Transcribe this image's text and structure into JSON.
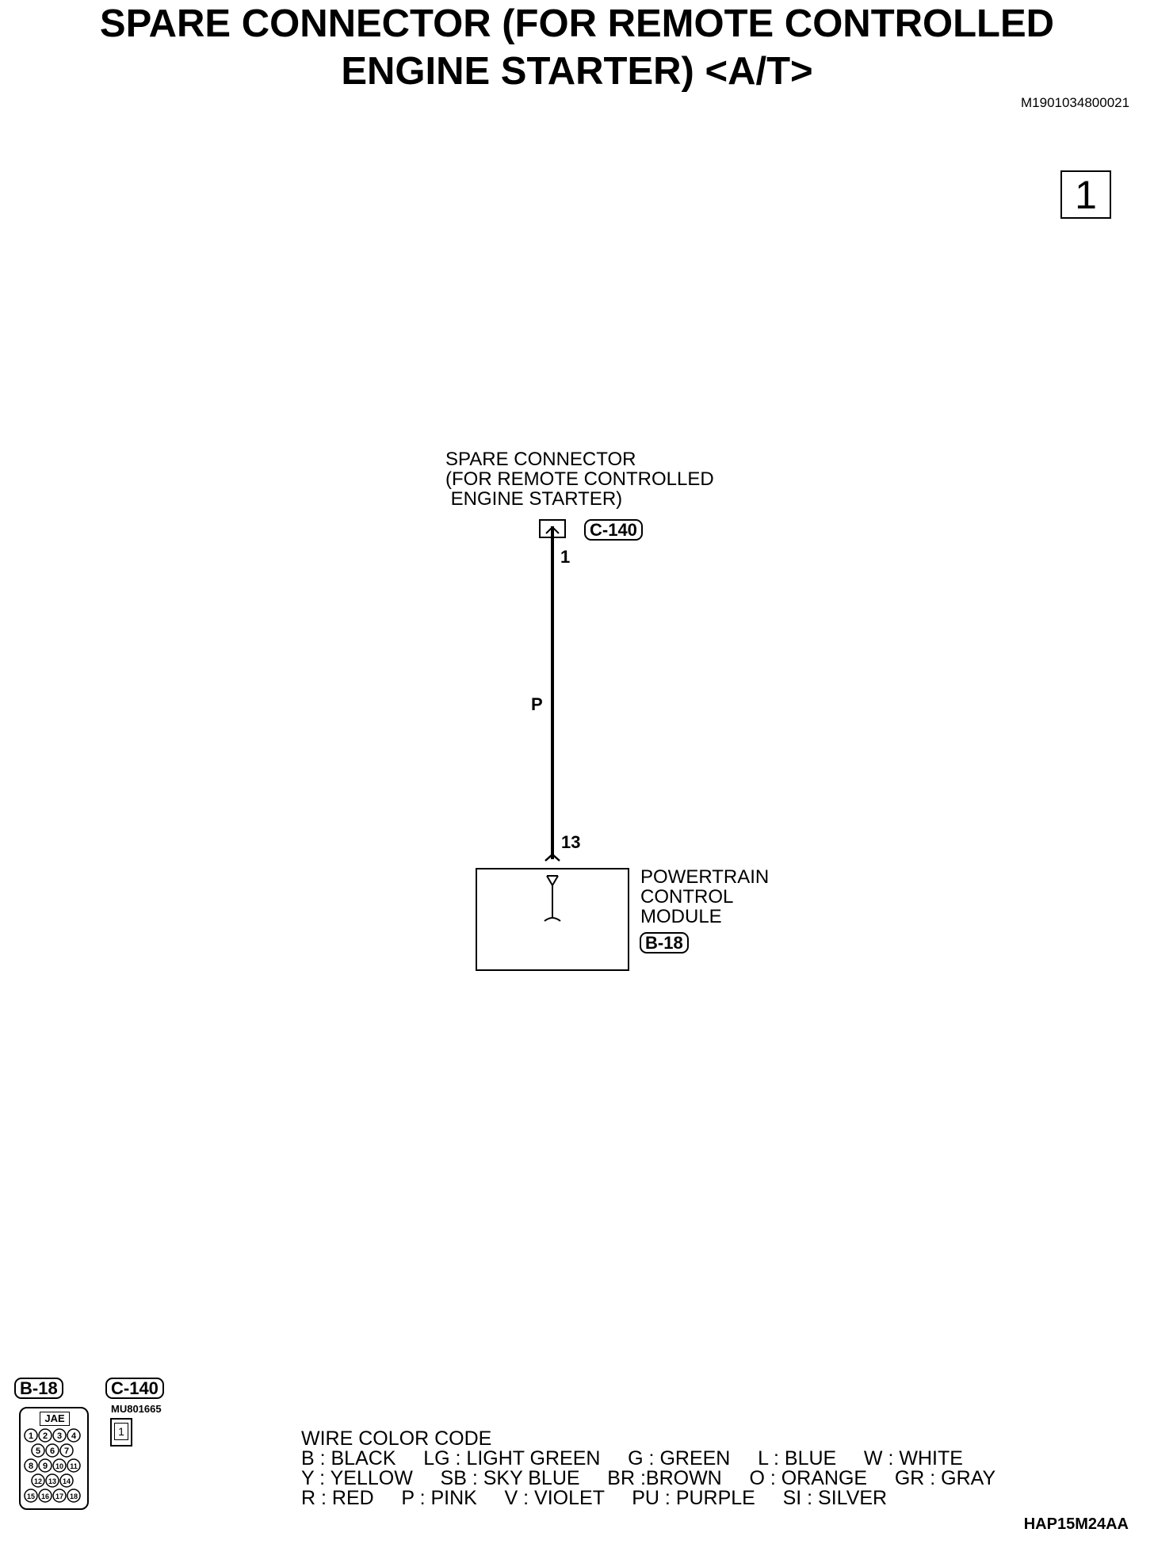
{
  "header": {
    "title_line1": "SPARE CONNECTOR (FOR REMOTE CONTROLLED",
    "title_line2": "ENGINE STARTER) <A/T>",
    "doc_id": "M1901034800021",
    "page_number": "1"
  },
  "diagram": {
    "spare_connector": {
      "label_line1": "SPARE CONNECTOR",
      "label_line2": "(FOR REMOTE CONTROLLED",
      "label_line3": " ENGINE STARTER)",
      "connector_id": "C-140",
      "pin": "1"
    },
    "wire": {
      "color_code": "P"
    },
    "pcm": {
      "label_line1": "POWERTRAIN",
      "label_line2": "CONTROL",
      "label_line3": "MODULE",
      "connector_id": "B-18",
      "pin": "13"
    }
  },
  "connector_views": {
    "b18": {
      "id": "B-18",
      "maker": "JAE",
      "pins_row1": [
        "1",
        "2",
        "3",
        "4"
      ],
      "pins_row2": [
        "5",
        "6",
        "7"
      ],
      "pins_row3": [
        "8",
        "9",
        "10",
        "11"
      ],
      "pins_row4": [
        "12",
        "13",
        "14"
      ],
      "pins_row5": [
        "15",
        "16",
        "17",
        "18"
      ]
    },
    "c140": {
      "id": "C-140",
      "part_code": "MU801665",
      "pin": "1"
    }
  },
  "wire_color_code": {
    "heading": "WIRE COLOR CODE",
    "row1": "B : BLACK     LG : LIGHT GREEN     G : GREEN     L : BLUE     W : WHITE",
    "row2": "Y : YELLOW     SB : SKY BLUE     BR :BROWN     O : ORANGE     GR : GRAY",
    "row3": "R : RED     P : PINK     V : VIOLET     PU : PURPLE     SI : SILVER"
  },
  "footer": {
    "figure_code": "HAP15M24AA"
  }
}
